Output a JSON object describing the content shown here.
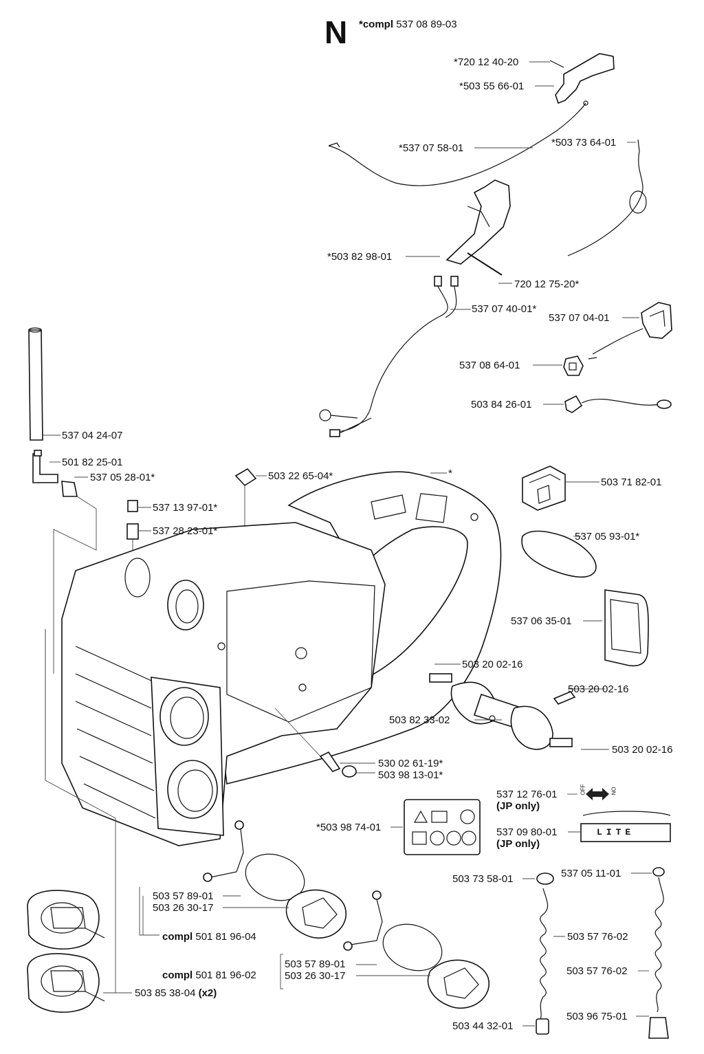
{
  "header": {
    "letter": "N",
    "compl_prefix": "*compl",
    "compl_number": "537 08 89-03"
  },
  "parts": {
    "p1": "*720 12 40-20",
    "p2": "*503 55 66-01",
    "p3": "*537 07 58-01",
    "p4": "*503 73 64-01",
    "p5": "*503 82 98-01",
    "p6": "720 12 75-20*",
    "p7": "537 07 40-01*",
    "p8": "537 07 04-01",
    "p9": "537 08 64-01",
    "p10": "503 84 26-01",
    "p11": "537 04 24-07",
    "p12": "501 82 25-01",
    "p13": "537 05 28-01*",
    "p14": "503 22 65-04*",
    "p15": "*",
    "p16": "503 71 82-01",
    "p17": "537 13 97-01*",
    "p18": "537 28 23-01*",
    "p19": "537 05 93-01*",
    "p20": "537 06 35-01",
    "p21": "503 20 02-16",
    "p22": "503 20 02-16",
    "p23": "503 82 33-02",
    "p24": "503 20 02-16",
    "p25": "530 02 61-19*",
    "p26": "503 98 13-01*",
    "p27": "537 12 76-01",
    "p27_note": "(JP only)",
    "p28": "*503 98 74-01",
    "p29": "537 09 80-01",
    "p29_note": "(JP only)",
    "p30": "503 57 89-01",
    "p31": "503 26 30-17",
    "p32_prefix": "compl",
    "p32": "501 81 96-04",
    "p33": "503 57 89-01",
    "p34_prefix": "compl",
    "p34": "501 81 96-02",
    "p35": "503 26 30-17",
    "p36": "503 85 38-04",
    "p36_note": "(x2)",
    "p37": "503 73 58-01",
    "p38": "537 05 11-01",
    "p39": "503 57 76-02",
    "p40": "503 57 76-02",
    "p41": "503 44 32-01",
    "p42": "503 96 75-01"
  },
  "decals": {
    "lite_text": "LITE",
    "switch_off": "OFF",
    "switch_on": "ON"
  }
}
